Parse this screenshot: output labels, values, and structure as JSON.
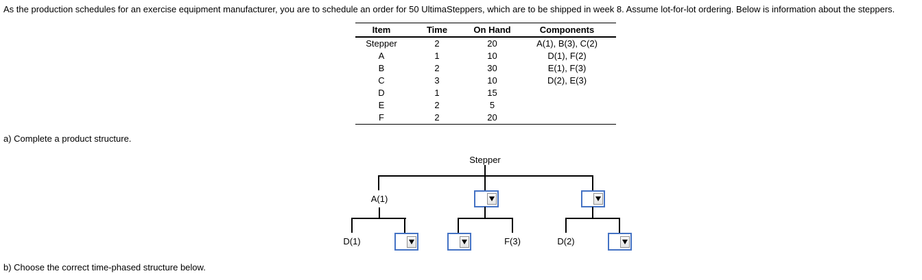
{
  "question": {
    "intro": "As the production schedules for an exercise equipment manufacturer, you are to schedule an order for 50 UltimaSteppers, which are to be shipped in week 8. Assume lot-for-lot ordering. Below is information about the steppers.",
    "part_a": "a) Complete a product structure.",
    "part_b": "b) Choose the correct time-phased structure below."
  },
  "table": {
    "headers": [
      "Item",
      "Time",
      "On Hand",
      "Components"
    ],
    "rows": [
      [
        "Stepper",
        "2",
        "20",
        "A(1), B(3), C(2)"
      ],
      [
        "A",
        "1",
        "10",
        "D(1), F(2)"
      ],
      [
        "B",
        "2",
        "30",
        "E(1), F(3)"
      ],
      [
        "C",
        "3",
        "10",
        "D(2), E(3)"
      ],
      [
        "D",
        "1",
        "15",
        ""
      ],
      [
        "E",
        "2",
        "5",
        ""
      ],
      [
        "F",
        "2",
        "20",
        ""
      ]
    ]
  },
  "tree": {
    "root_label": "Stepper",
    "level1_left_label": "A(1)",
    "level2_left_left_label": "D(1)",
    "level2_middle_right_label": "F(3)",
    "level2_right_left_label": "D(2)",
    "dropdown_selected_value": ""
  },
  "icons": {
    "dropdown_arrow": "▼"
  },
  "colors": {
    "dropdown_border": "#4472c4",
    "tree_line": "#000000",
    "text": "#000000",
    "background": "#ffffff"
  }
}
